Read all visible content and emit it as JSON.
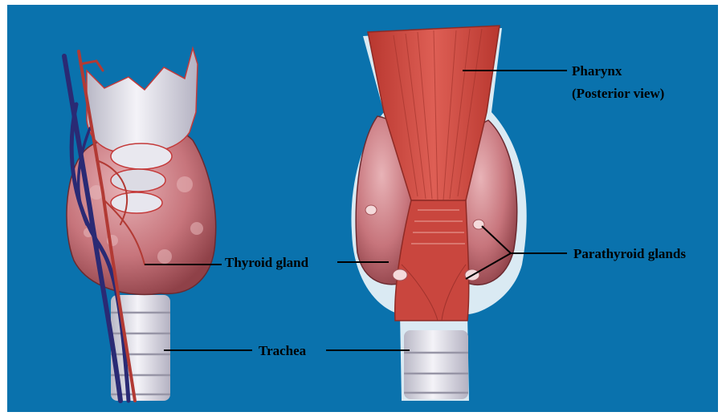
{
  "colors": {
    "background": "#0a72ad",
    "muscle": "#c9463e",
    "muscle_dark": "#8e2a25",
    "gland": "#c7757c",
    "gland_light": "#e3a9ad",
    "cartilage": "#e4e2ea",
    "vein": "#2a2a74",
    "artery": "#b23a34",
    "leader_line": "#000000"
  },
  "labels": {
    "pharynx": "Pharynx",
    "posterior_view": "(Posterior view)",
    "thyroid_gland": "Thyroid gland",
    "parathyroid_glands": "Parathyroid glands",
    "trachea": "Trachea"
  }
}
